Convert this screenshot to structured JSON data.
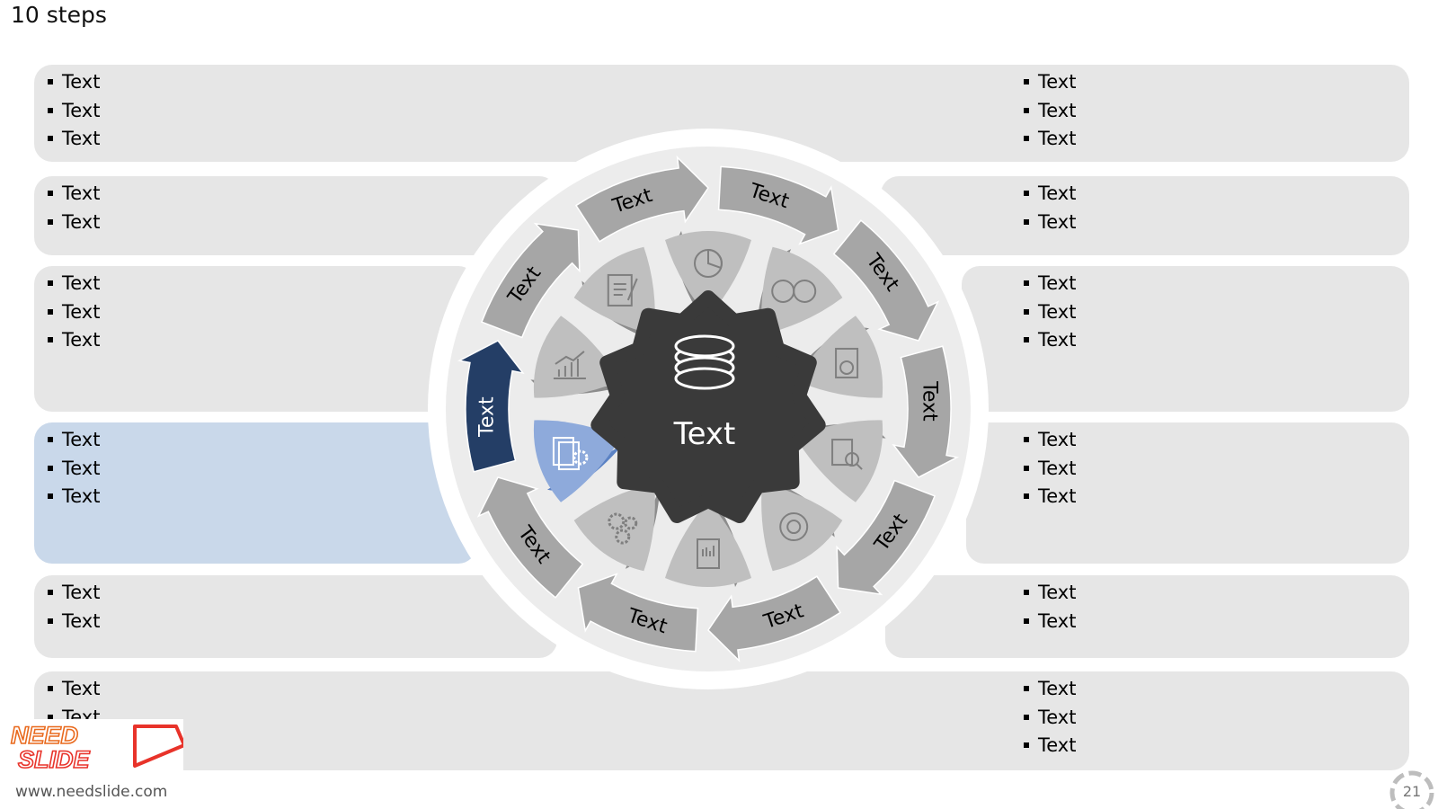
{
  "slide": {
    "title": "10 steps",
    "url": "www.needslide.com",
    "page_number": "21"
  },
  "logo": {
    "line1": "NEED",
    "line2": "SLIDE"
  },
  "colors": {
    "box": "#e6e6e6",
    "box_active": "#c9d8ea",
    "arrow": "#a6a6a6",
    "arrow_active": "#243e66",
    "petal": "#bfbfbf",
    "petal_shadow": "#8c8c8c",
    "petal_active": "#8eaadb",
    "petal_active_shadow": "#5b82c4",
    "gear": "#3a3a3a",
    "ring": "#ececec",
    "icon": "#7f7f7f"
  },
  "center": {
    "label": "Text",
    "icon": "coin-stack-icon"
  },
  "steps": [
    {
      "label": "Text",
      "icon": "pie-chart-icon"
    },
    {
      "label": "Text",
      "icon": "currency-exchange-icon"
    },
    {
      "label": "Text",
      "icon": "document-clock-icon"
    },
    {
      "label": "Text",
      "icon": "document-search-icon"
    },
    {
      "label": "Text",
      "icon": "donut-chart-icon"
    },
    {
      "label": "Text",
      "icon": "report-chart-icon"
    },
    {
      "label": "Text",
      "icon": "gears-icon"
    },
    {
      "label": "Text",
      "icon": "documents-gear-icon",
      "active": true
    },
    {
      "label": "Text",
      "icon": "bar-chart-icon"
    },
    {
      "label": "Text",
      "icon": "contract-pen-icon"
    }
  ],
  "left_boxes": [
    {
      "items": [
        "Text",
        "Text",
        "Text"
      ]
    },
    {
      "items": [
        "Text",
        "Text"
      ]
    },
    {
      "items": [
        "Text",
        "Text",
        "Text"
      ]
    },
    {
      "items": [
        "Text",
        "Text",
        "Text"
      ],
      "active": true
    },
    {
      "items": [
        "Text",
        "Text"
      ]
    },
    {
      "items": [
        "Text",
        "Text"
      ]
    }
  ],
  "right_boxes": [
    {
      "items": [
        "Text",
        "Text",
        "Text"
      ]
    },
    {
      "items": [
        "Text",
        "Text"
      ]
    },
    {
      "items": [
        "Text",
        "Text",
        "Text"
      ]
    },
    {
      "items": [
        "Text",
        "Text",
        "Text"
      ]
    },
    {
      "items": [
        "Text",
        "Text"
      ]
    },
    {
      "items": [
        "Text",
        "Text",
        "Text"
      ]
    }
  ]
}
